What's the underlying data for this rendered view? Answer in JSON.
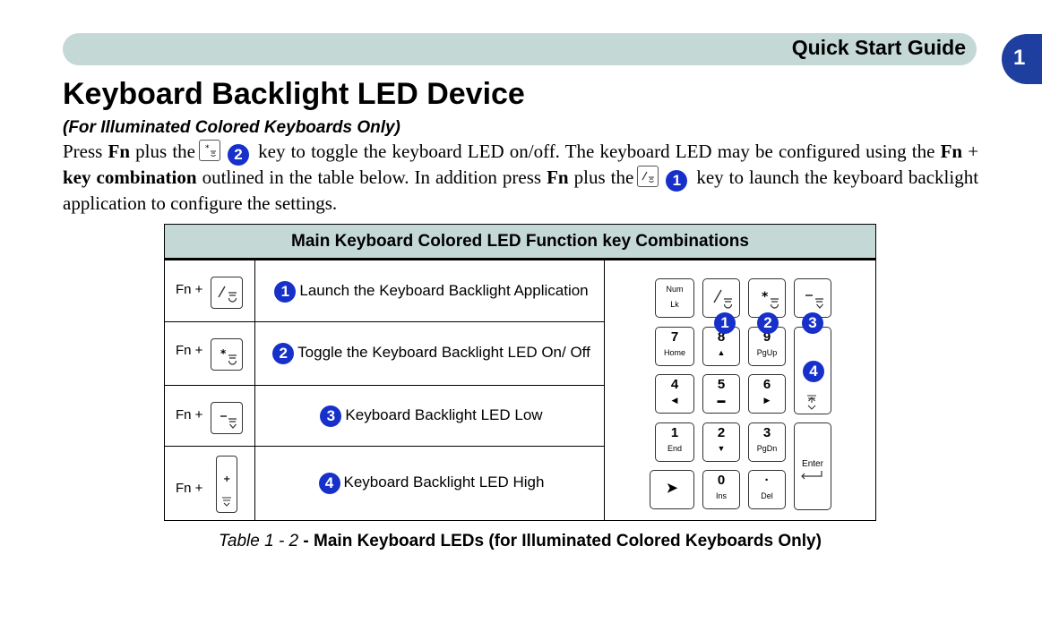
{
  "header": {
    "guide_title": "Quick Start Guide",
    "chapter_number": "1"
  },
  "page": {
    "title": "Keyboard Backlight LED Device",
    "subtitle": "(For Illuminated Colored Keyboards Only)"
  },
  "paragraph": {
    "press": "Press",
    "fn": "Fn",
    "plus_the": "plus the",
    "badge2": "2",
    "mid1": "key to toggle the keyboard LED on/off. The keyboard LED may be configured using the",
    "combo_fn": "Fn",
    "plus": "+",
    "key_combination": "key combination",
    "mid2": "outlined in the table below. In addition press",
    "fn2": "Fn",
    "plus_the2": "plus the",
    "badge1": "1",
    "end": "key to launch the keyboard backlight application to configure the settings."
  },
  "table": {
    "heading": "Main Keyboard Colored LED Function key Combinations",
    "rows": [
      {
        "fn": "Fn +",
        "badge": "1",
        "text": "Launch the Keyboard Backlight Application",
        "key_icon": "slash-backlight-icon"
      },
      {
        "fn": "Fn +",
        "badge": "2",
        "text": "Toggle the Keyboard Backlight LED On/ Off",
        "key_icon": "asterisk-backlight-icon"
      },
      {
        "fn": "Fn +",
        "badge": "3",
        "text": "Keyboard Backlight LED Low",
        "key_icon": "minus-backlight-icon"
      },
      {
        "fn": "Fn +",
        "badge": "4",
        "text": "Keyboard Backlight LED High",
        "key_icon": "plus-backlight-icon"
      }
    ]
  },
  "keypad": {
    "keys": {
      "numlk_top": "Num",
      "numlk_bottom": "Lk",
      "k7": "7",
      "k7_sub": "Home",
      "k8": "8",
      "k8_sub": "▲",
      "k9": "9",
      "k9_sub": "PgUp",
      "k4": "4",
      "k4_sub": "◀",
      "k5": "5",
      "k5_sub": "▬",
      "k6": "6",
      "k6_sub": "▶",
      "k1": "1",
      "k1_sub": "End",
      "k2": "2",
      "k2_sub": "▼",
      "k3": "3",
      "k3_sub": "PgDn",
      "k0": "0",
      "k0_sub": "Ins",
      "kdot": "·",
      "kdot_sub": "Del",
      "enter": "Enter",
      "arrow": "➤"
    },
    "badges": [
      "1",
      "2",
      "3",
      "4"
    ]
  },
  "caption": {
    "number": "Table 1 - 2",
    "dash": " - ",
    "text": "Main Keyboard LEDs (for Illuminated Colored Keyboards Only)"
  },
  "colors": {
    "header_bg": "#c4d9d6",
    "chapter_tab": "#1f3fa0",
    "badge": "#1630c9"
  }
}
